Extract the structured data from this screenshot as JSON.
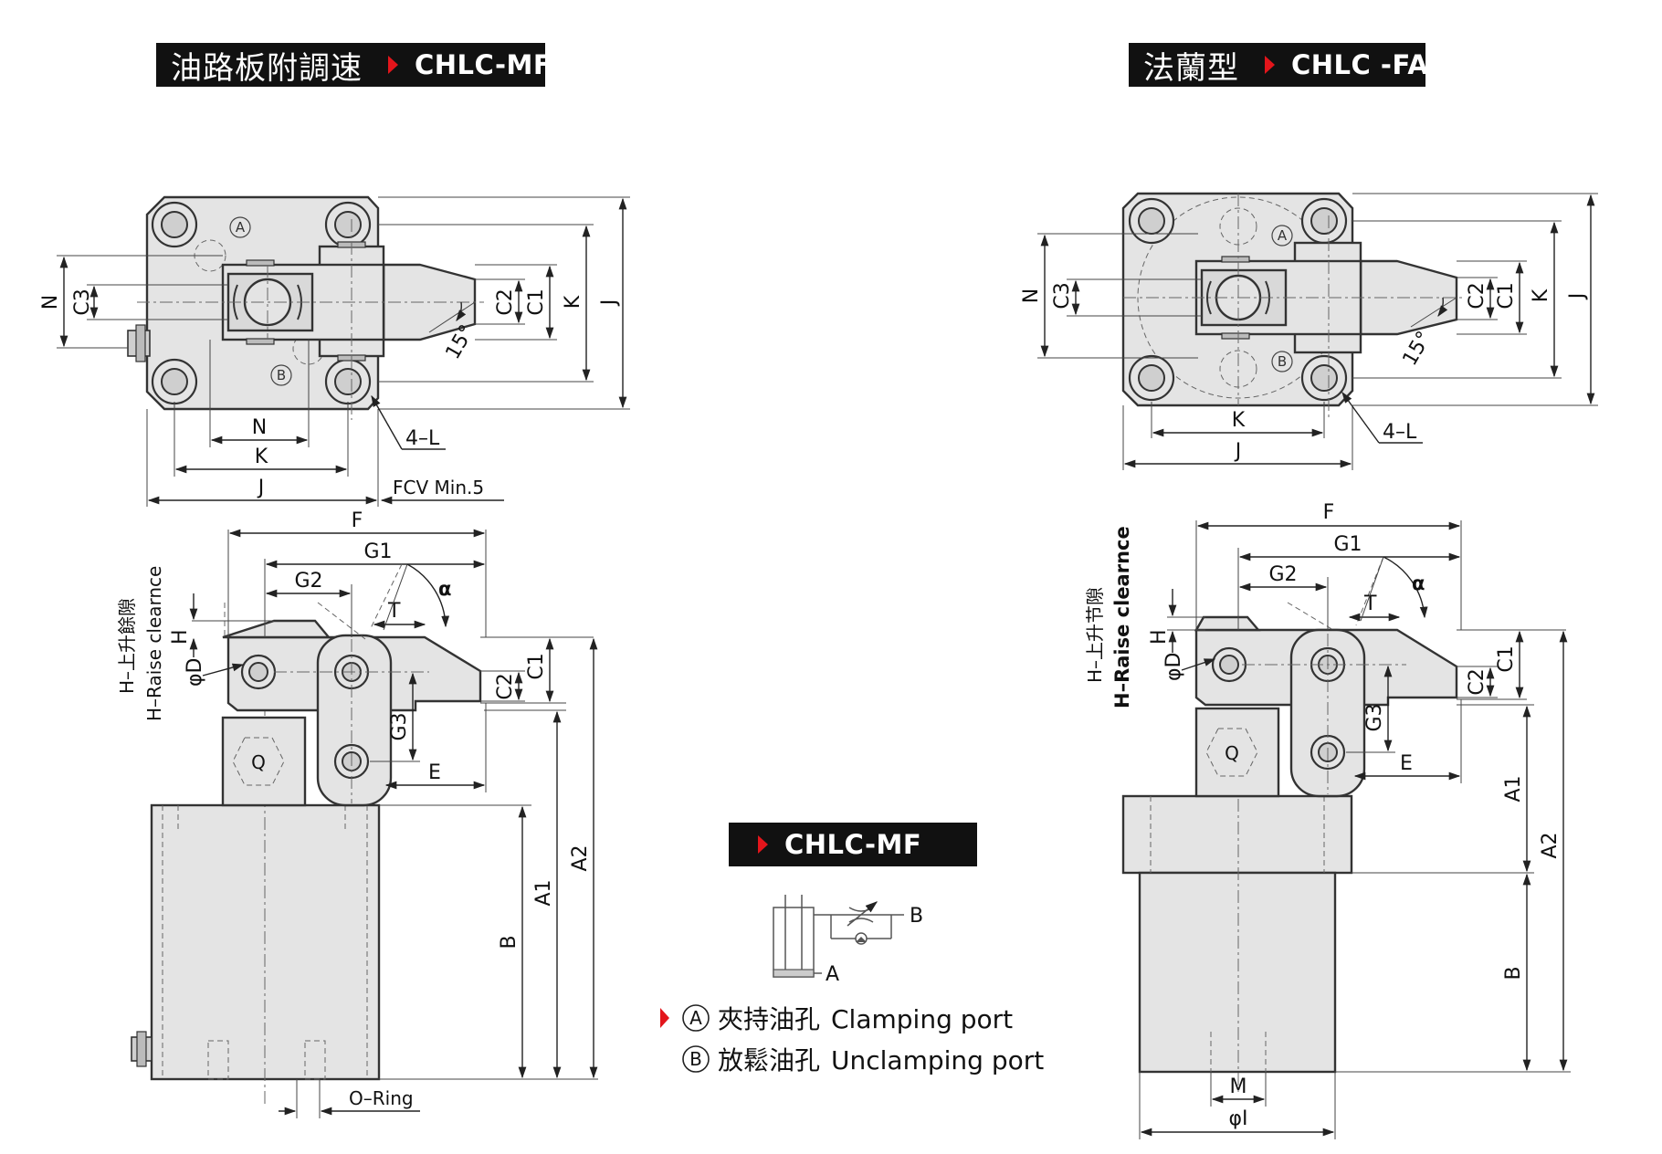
{
  "banners": {
    "left": {
      "zh": "油路板附調速",
      "en": "CHLC-MF"
    },
    "right": {
      "zh": "法蘭型",
      "en": "CHLC -FA"
    },
    "center": {
      "en": "CHLC-MF"
    }
  },
  "colors": {
    "banner_bg": "#111111",
    "banner_arrow": "#e3151b",
    "part_fill": "#e4e4e4"
  },
  "dims": {
    "N": "N",
    "C3": "C3",
    "C2": "C2",
    "C1": "C1",
    "K": "K",
    "J": "J",
    "L4": "4–L",
    "angle15": "15°",
    "FCV": "FCV Min.5",
    "F": "F",
    "G1": "G1",
    "G2": "G2",
    "T": "T",
    "alpha": "α",
    "H": "H",
    "phiD": "φD",
    "G3": "G3",
    "E": "E",
    "A1": "A1",
    "A2": "A2",
    "B": "B",
    "Q": "Q",
    "ORing": "O–Ring",
    "M": "M",
    "phiI": "φI"
  },
  "ports": {
    "A": "A",
    "B": "B"
  },
  "raise": {
    "left_cn": "H–上升餘隙",
    "left_en": "H–Raise clearnce",
    "right_cn": "H–上升节隙",
    "right_en": "H–Raise clearnce"
  },
  "circuit": {
    "A": "A",
    "B": "B"
  },
  "legend": {
    "items": [
      {
        "mark": "A",
        "cn": "夾持油孔",
        "en": "Clamping port"
      },
      {
        "mark": "B",
        "cn": "放鬆油孔",
        "en": "Unclamping port"
      }
    ]
  }
}
